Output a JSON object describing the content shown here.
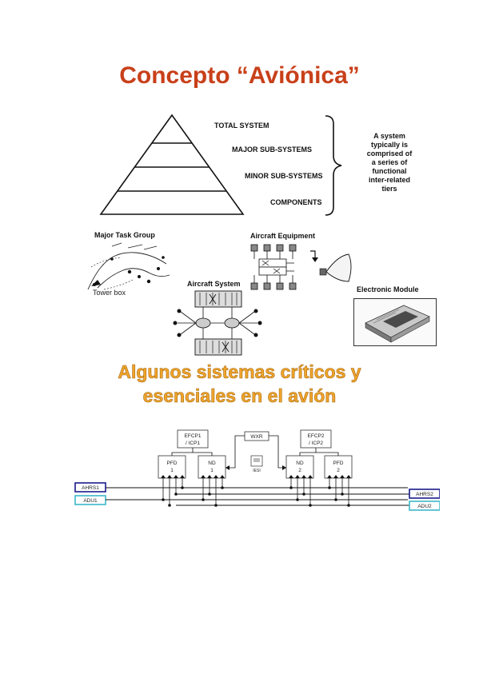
{
  "page": {
    "title": "Concepto “Aviónica”",
    "subtitle_line1": "Algunos sistemas críticos y",
    "subtitle_line2": "esenciales en el avión",
    "title_color": "#c8401a",
    "subtitle_color": "#f0a52c"
  },
  "pyramid": {
    "tiers": [
      "TOTAL SYSTEM",
      "MAJOR SUB-SYSTEMS",
      "MINOR SUB-SYSTEMS",
      "COMPONENTS"
    ],
    "note_lines": [
      "A system",
      "typically is",
      "comprised of",
      "a series of",
      "functional",
      "inter-related",
      "tiers"
    ]
  },
  "illustrations": {
    "major_task_group": "Major Task Group",
    "tower_box": "Tower box",
    "aircraft_equipment": "Aircraft Equipment",
    "aircraft_system": "Aircraft System",
    "electronic_module": "Electronic Module"
  },
  "avionics_diagram": {
    "efcp1_line1": "EFCP1",
    "efcp1_line2": "/ ICP1",
    "efcp2_line1": "EFCP2",
    "efcp2_line2": "/ ICP2",
    "wxr": "WXR",
    "iesi": "IESI",
    "pfd1_line1": "PFD",
    "pfd1_line2": "1",
    "nd1_line1": "ND",
    "nd1_line2": "1",
    "nd2_line1": "ND",
    "nd2_line2": "2",
    "pfd2_line1": "PFD",
    "pfd2_line2": "2",
    "ahrs1": "AHRS1",
    "adu1": "ADU1",
    "ahrs2": "AHRS2",
    "adu2": "ADU2",
    "ahrs_color": "#1a1a8c",
    "adu_color": "#3bb8c8"
  }
}
